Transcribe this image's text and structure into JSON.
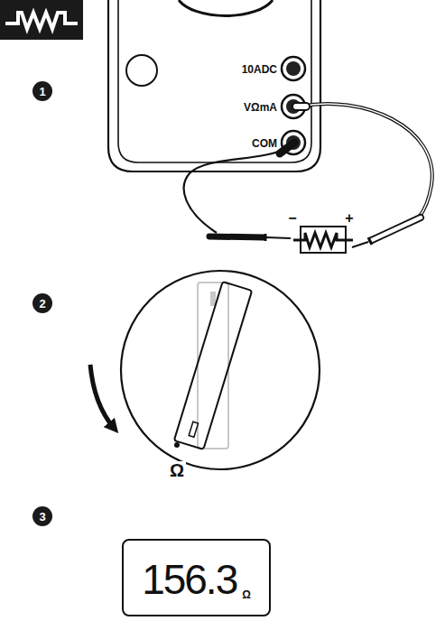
{
  "diagram": {
    "nodes": [
      {
        "text": [
          "156.3",
          "Ω"
        ]
      }
    ],
    "labels": [
      "1",
      "10ADC",
      "VΩmA",
      "COM",
      "−",
      "+",
      "2",
      "Ω",
      "3"
    ]
  }
}
